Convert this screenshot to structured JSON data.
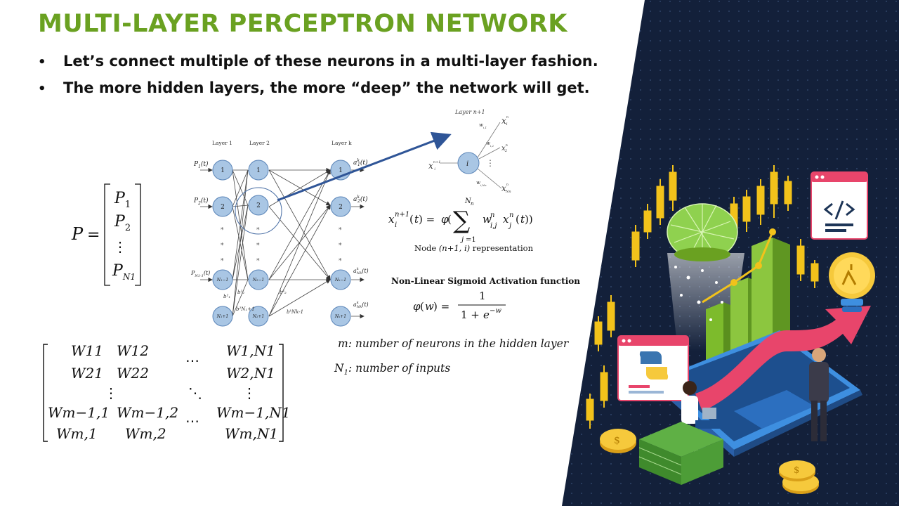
{
  "slide": {
    "title": "MULTI-LAYER PERCEPTRON NETWORK",
    "bullets": [
      "Let’s connect multiple of these neurons in a multi-layer fashion.",
      "The more hidden layers, the more “deep” the network will get."
    ],
    "bullet_marker": "•"
  },
  "network": {
    "layer_labels": [
      "Layer 1",
      "Layer 2",
      "Layer k"
    ],
    "input_labels": [
      "P",
      "P",
      "P"
    ],
    "input_subs": [
      "1",
      "2",
      "N1-1"
    ],
    "input_t": "(t)",
    "output_labels": [
      "a",
      "a",
      "a",
      "a"
    ],
    "node_labels_top": [
      "1",
      "1",
      "1"
    ],
    "node_labels_2": [
      "2",
      "2",
      "2"
    ],
    "node_labels_n1": [
      "N₁−1",
      "N₂−1",
      "Nₖ−1"
    ],
    "node_labels_n": [
      "N₁+1",
      "N₂+1",
      "Nₖ+1"
    ],
    "bias_labels": [
      "b²₁",
      "b²₂",
      "b²N₁+1",
      "bᵏ₂",
      "bᵏNk-1"
    ]
  },
  "zoom": {
    "layer_label": "Layer n+1",
    "center_node": "i",
    "input_x": "x",
    "outputs": [
      "x",
      "x",
      "x"
    ],
    "weights": [
      "w",
      "w",
      "w"
    ],
    "dots": "⋮"
  },
  "equations": {
    "node_rep_caption_pre": "Node ",
    "node_rep_caption_italic": "(n+1, i)",
    "node_rep_caption_post": " representation",
    "sigmoid_heading": "Non-Linear Sigmoid Activation function",
    "p_vector": {
      "lhs": "P",
      "entries": [
        "P",
        "P",
        "⋮",
        "P"
      ],
      "subs": [
        "1",
        "2",
        "",
        "N1"
      ]
    },
    "weight_matrix": {
      "rows": [
        [
          "W11",
          "W12",
          "⋯",
          "W1,N1"
        ],
        [
          "W21",
          "W22",
          "",
          "W2,N1"
        ],
        [
          "⋮",
          "",
          "⋱",
          "⋮"
        ],
        [
          "Wm−1,1",
          "Wm−1,2",
          "⋯",
          "Wm−1,N1"
        ],
        [
          "Wm,1",
          "Wm,2",
          "",
          "Wm,N1"
        ]
      ]
    },
    "legend_m": "m: number of neurons in the hidden layer",
    "legend_n1": ": number of inputs",
    "legend_n1_symbol": "N",
    "legend_n1_sub": "1"
  },
  "colors": {
    "title_green": "#6aa121",
    "node_fill": "#a9c6e4",
    "node_stroke": "#5b85b8",
    "arrow_blue": "#2f5597",
    "dark_bg": "#13203a",
    "chart_green": "#7dbb2c",
    "candle_yellow": "#f2c21b",
    "laptop_blue": "#3e8fe0",
    "trend_pink": "#e8456b"
  }
}
